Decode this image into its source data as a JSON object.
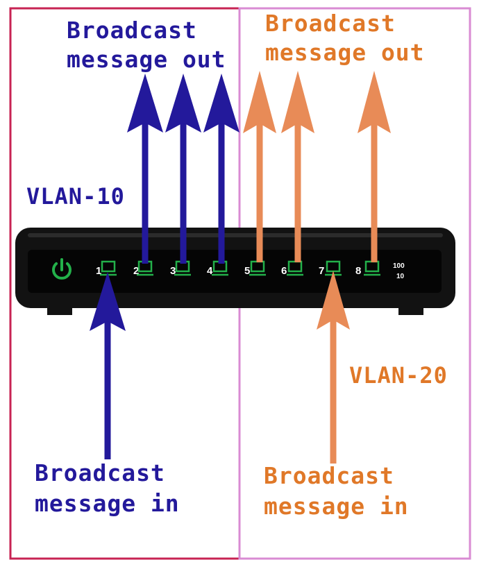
{
  "colors": {
    "vlan10": "#23199b",
    "vlan20": "#e88b57",
    "vlan20_text": "#e07828",
    "vlan10_box": "#c72353",
    "vlan20_box": "#d98bd3",
    "switch_body": "#121212",
    "led_green": "#23b04a"
  },
  "vlan10": {
    "label": "VLAN-10",
    "out_line1": "Broadcast",
    "out_line2": "message out",
    "in_line1": "Broadcast",
    "in_line2": "message in"
  },
  "vlan20": {
    "label": "VLAN-20",
    "out_line1": "Broadcast",
    "out_line2": "message out",
    "in_line1": "Broadcast",
    "in_line2": "message in"
  },
  "switch": {
    "power_icon": "power-icon",
    "ports": [
      "1",
      "2",
      "3",
      "4",
      "5",
      "6",
      "7",
      "8"
    ],
    "speed_top": "100",
    "speed_bottom": "10"
  }
}
